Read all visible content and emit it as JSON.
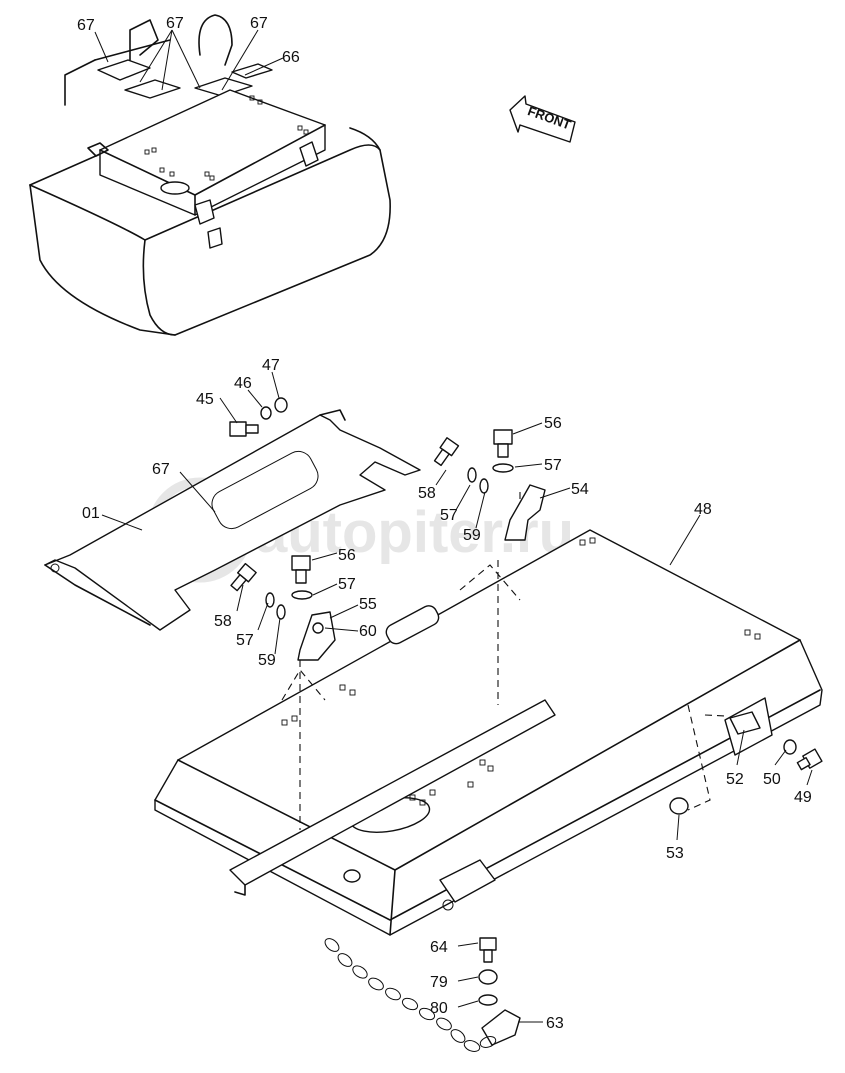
{
  "watermark": {
    "text": "autopiter.ru"
  },
  "front_arrow": {
    "label": "FRONT"
  },
  "callouts": {
    "c67a": "67",
    "c67b": "67",
    "c67c": "67",
    "c66": "66",
    "c47": "47",
    "c46": "46",
    "c45": "45",
    "c67d": "67",
    "c01": "01",
    "c56a": "56",
    "c57a": "57",
    "c54": "54",
    "c48": "48",
    "c58a": "58",
    "c57b": "57",
    "c59a": "59",
    "c56b": "56",
    "c57c": "57",
    "c55": "55",
    "c60": "60",
    "c58b": "58",
    "c57d": "57",
    "c59b": "59",
    "c52": "52",
    "c50": "50",
    "c49": "49",
    "c53": "53",
    "c64": "64",
    "c79": "79",
    "c80": "80",
    "c63": "63"
  }
}
